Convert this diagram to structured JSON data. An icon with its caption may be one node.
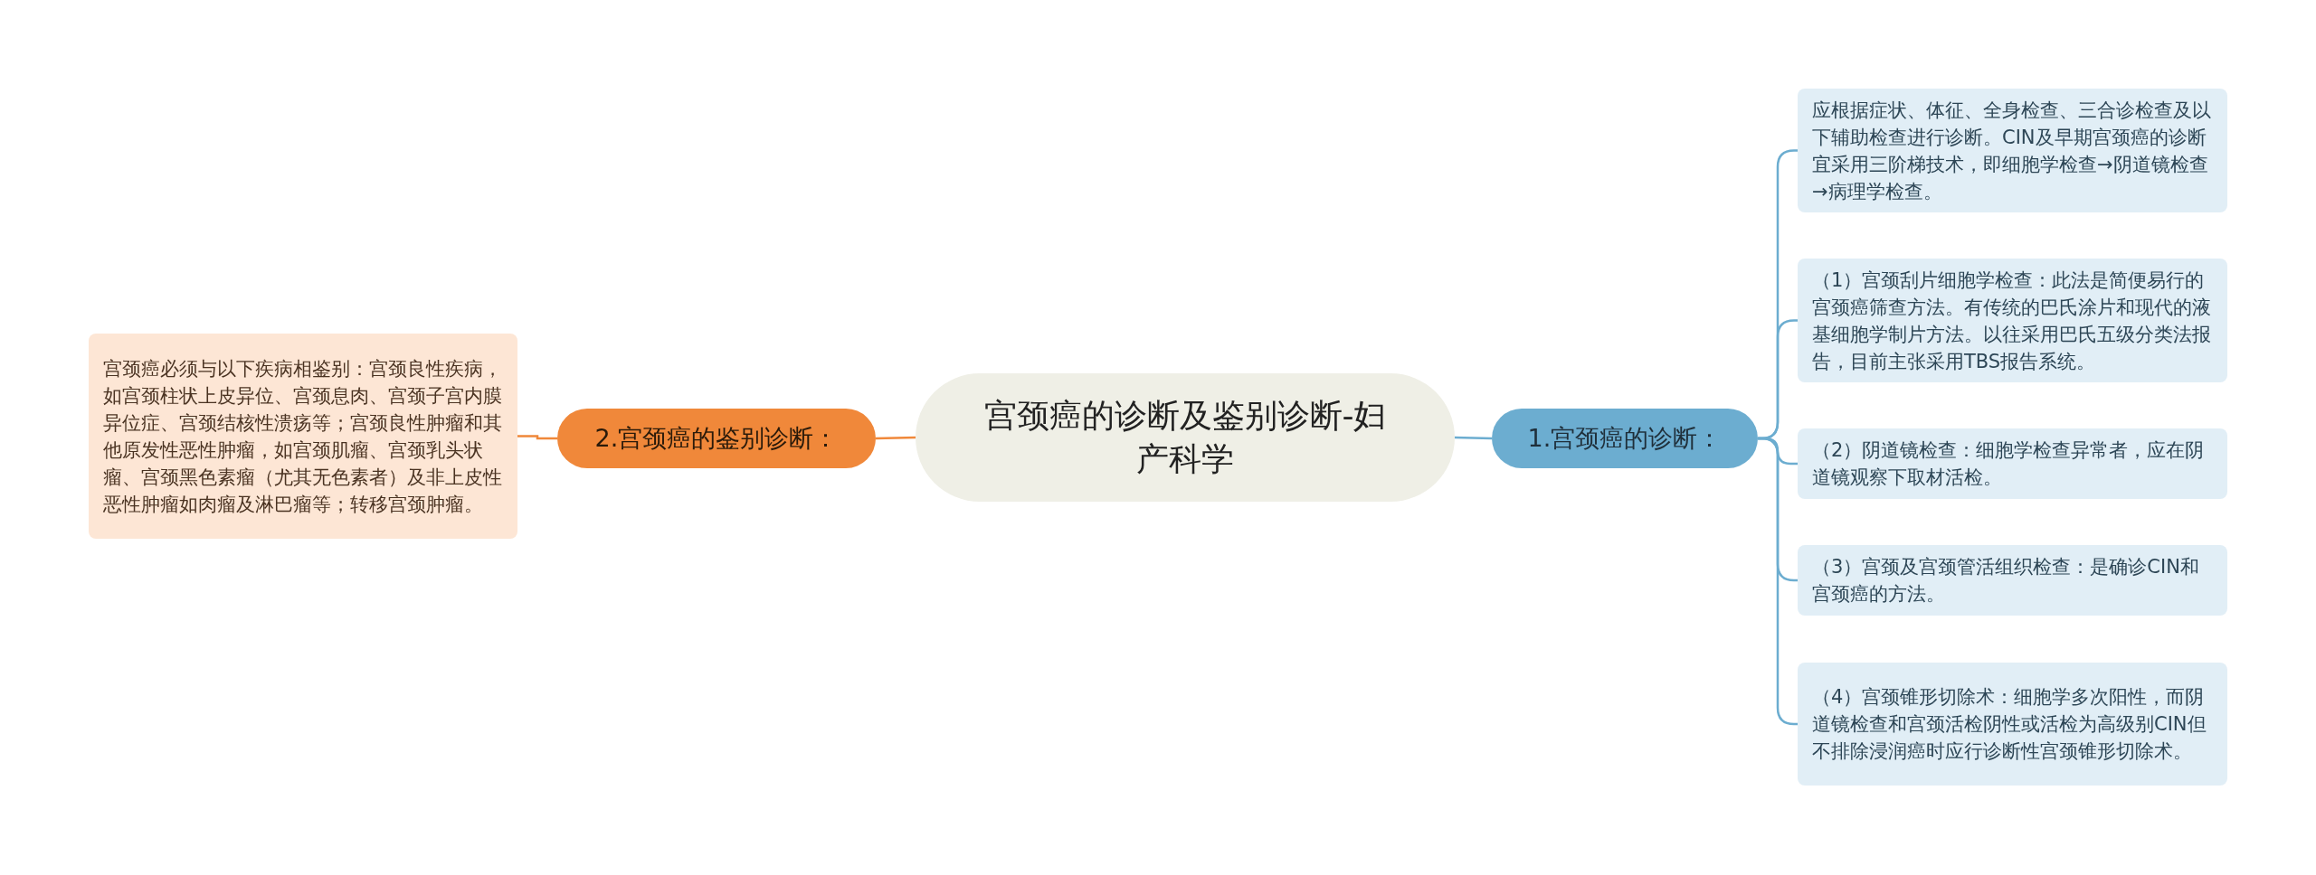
{
  "diagram": {
    "nodes": [
      {
        "text": [
          "宫颈癌的诊断及鉴别诊断-妇产科学"
        ]
      },
      {
        "text": [
          "1.宫颈癌的诊断："
        ]
      },
      {
        "text": [
          "应根据症状、体征、全身检查、三合诊检查及以下辅助检查进行诊断。CIN及早期宫颈癌的诊断宜采用三阶梯技术，即细胞学检查→阴道镜检查→病理学检查。"
        ]
      },
      {
        "text": [
          "（1）宫颈刮片细胞学检查：此法是简便易行的宫颈癌筛查方法。有传统的巴氏涂片和现代的液基细胞学制片方法。以往采用巴氏五级分类法报告，目前主张采用TBS报告系统。"
        ]
      },
      {
        "text": [
          "（2）阴道镜检查：细胞学检查异常者，应在阴道镜观察下取材活检。"
        ]
      },
      {
        "text": [
          "（3）宫颈及宫颈管活组织检查：是确诊CIN和宫颈癌的方法。"
        ]
      },
      {
        "text": [
          "（4）宫颈锥形切除术：细胞学多次阳性，而阴道镜检查和宫颈活检阴性或活检为高级别CIN但不排除浸润癌时应行诊断性宫颈锥形切除术。"
        ]
      },
      {
        "text": [
          "2.宫颈癌的鉴别诊断："
        ]
      },
      {
        "text": [
          "宫颈癌必须与以下疾病相鉴别：宫颈良性疾病，如宫颈柱状上皮异位、宫颈息肉、宫颈子宫内膜异位症、宫颈结核性溃疡等；宫颈良性肿瘤和其他原发性恶性肿瘤，如宫颈肌瘤、宫颈乳头状瘤、宫颈黑色素瘤（尤其无色素者）及非上皮性恶性肿瘤如肉瘤及淋巴瘤等；转移宫颈肿瘤。"
        ]
      }
    ],
    "edges": [
      {
        "from": 0,
        "to": 1,
        "arrow": "none"
      },
      {
        "from": 1,
        "to": 2,
        "arrow": "none"
      },
      {
        "from": 1,
        "to": 3,
        "arrow": "none"
      },
      {
        "from": 1,
        "to": 4,
        "arrow": "none"
      },
      {
        "from": 1,
        "to": 5,
        "arrow": "none"
      },
      {
        "from": 1,
        "to": 6,
        "arrow": "none"
      },
      {
        "from": 0,
        "to": 7,
        "arrow": "none",
        "color": "#f0883a"
      },
      {
        "from": 7,
        "to": 8,
        "arrow": "none",
        "color": "#f0883a"
      }
    ]
  }
}
